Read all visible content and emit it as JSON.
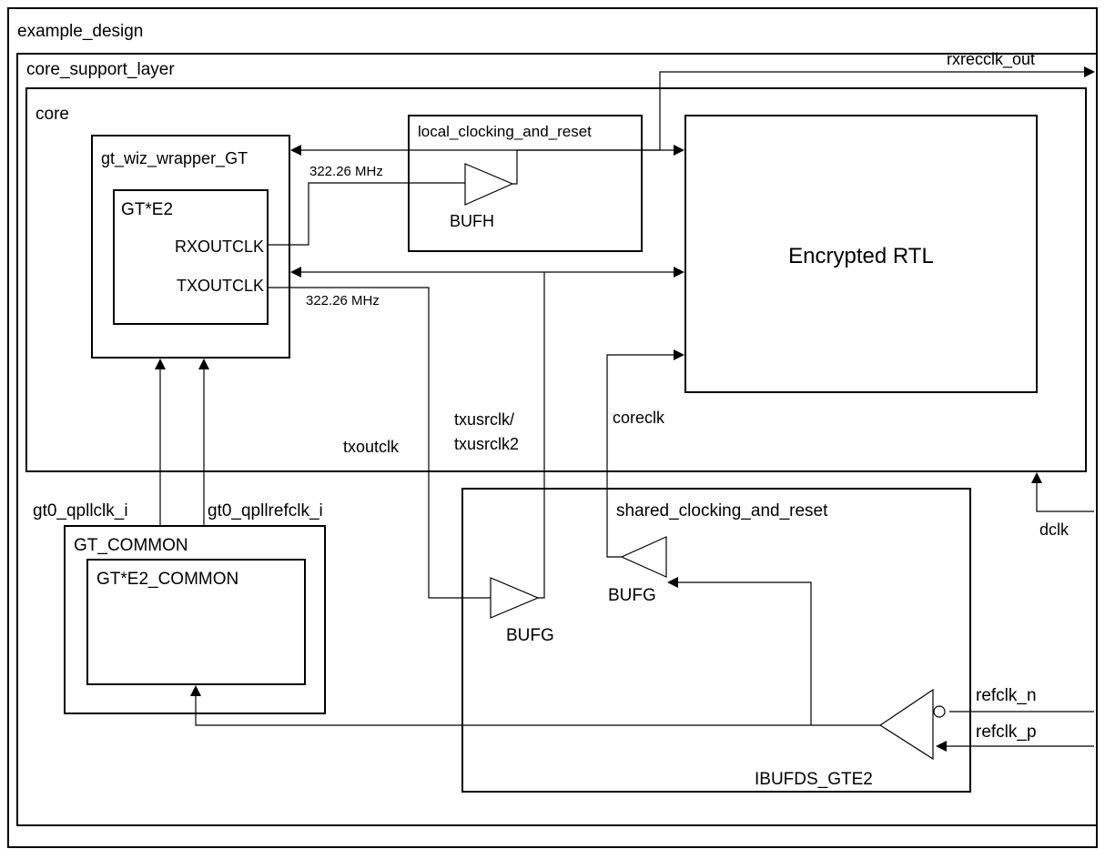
{
  "outer": {
    "example_design": "example_design",
    "core_support_layer": "core_support_layer",
    "core": "core"
  },
  "blocks": {
    "gt_wiz_wrapper": "gt_wiz_wrapper_GT",
    "gt_e2": "GT*E2",
    "rxoutclk": "RXOUTCLK",
    "txoutclk_port": "TXOUTCLK",
    "local_clocking": "local_clocking_and_reset",
    "encrypted_rtl": "Encrypted RTL",
    "gt_common": "GT_COMMON",
    "gt_e2_common": "GT*E2_COMMON",
    "shared_clocking": "shared_clocking_and_reset"
  },
  "buffers": {
    "bufh": "BUFH",
    "bufg_tx": "BUFG",
    "bufg_core": "BUFG",
    "ibufds": "IBUFDS_GTE2"
  },
  "signals": {
    "rxrecclk_out": "rxrecclk_out",
    "freq_rx": "322.26 MHz",
    "freq_tx": "322.26 MHz",
    "txoutclk": "txoutclk",
    "txusrclk_line1": "txusrclk/",
    "txusrclk_line2": "txusrclk2",
    "coreclk": "coreclk",
    "dclk": "dclk",
    "qpllclk": "gt0_qpllclk_i",
    "qpllrefclk": "gt0_qpllrefclk_i",
    "refclk_n": "refclk_n",
    "refclk_p": "refclk_p"
  }
}
